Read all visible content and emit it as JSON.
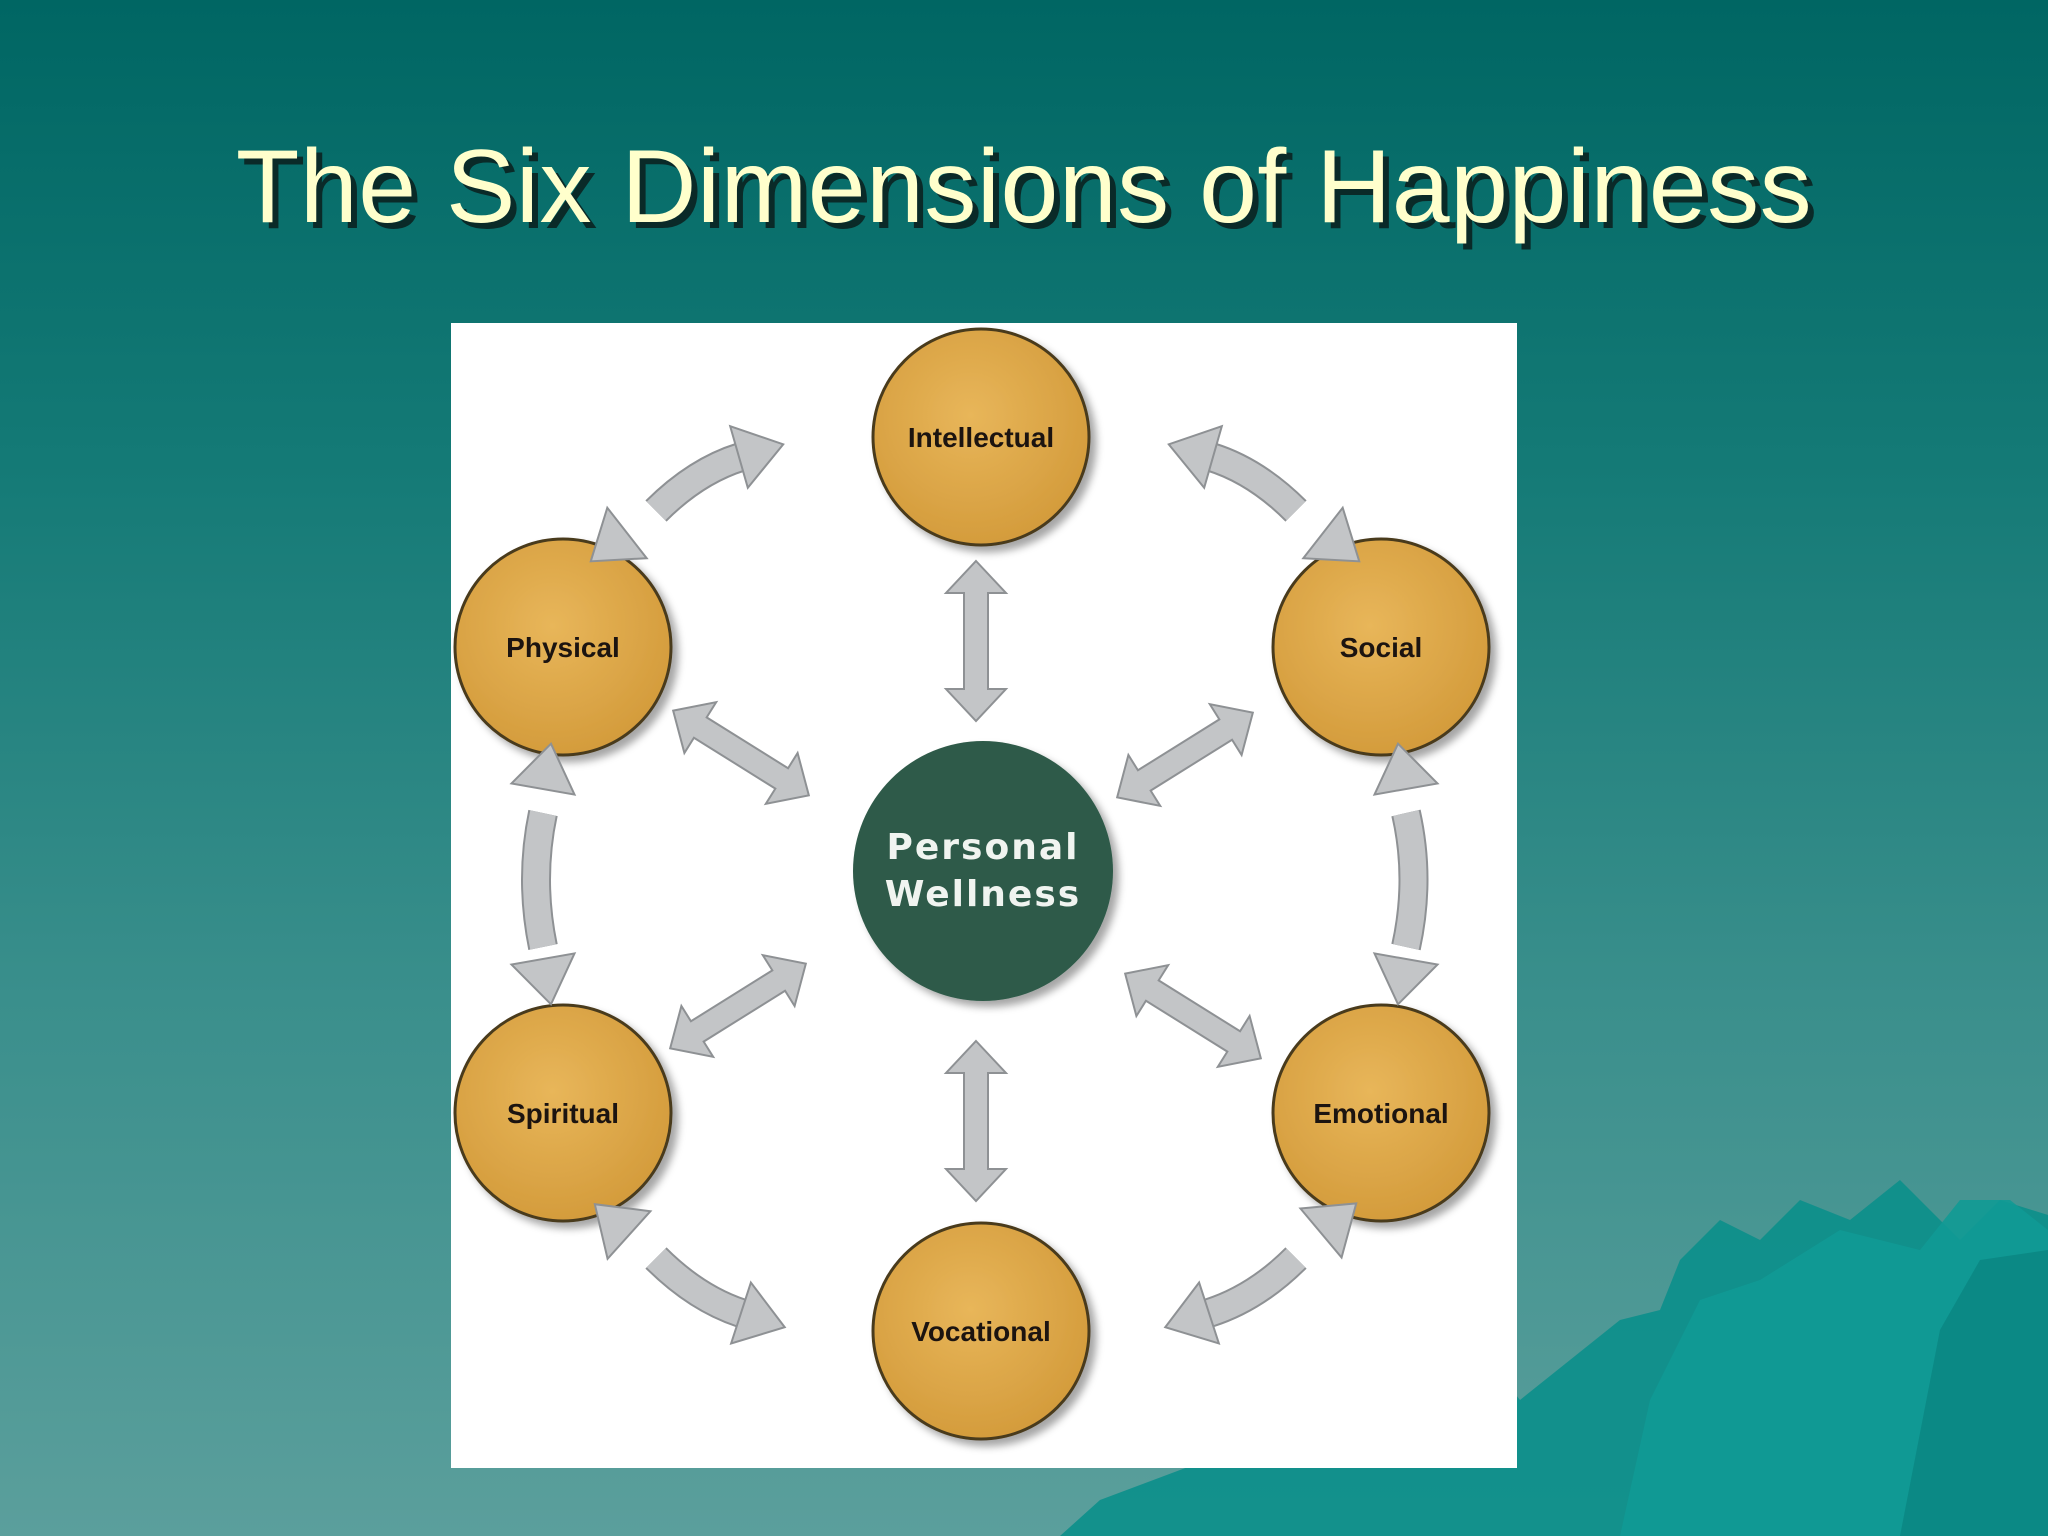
{
  "slide": {
    "title": "The Six Dimensions of Happiness"
  },
  "diagram": {
    "center_label_line1": "Personal",
    "center_label_line2": "Wellness",
    "nodes": {
      "intellectual": "Intellectual",
      "social": "Social",
      "emotional": "Emotional",
      "vocational": "Vocational",
      "spiritual": "Spiritual",
      "physical": "Physical"
    }
  },
  "colors": {
    "node_fill": "#e0ac4c",
    "node_outline": "#4a3a1e",
    "center_fill": "#2f5a48",
    "arrow_fill": "#c3c5c7",
    "arrow_outline": "#8e9194",
    "title_text": "#ffffcc"
  }
}
